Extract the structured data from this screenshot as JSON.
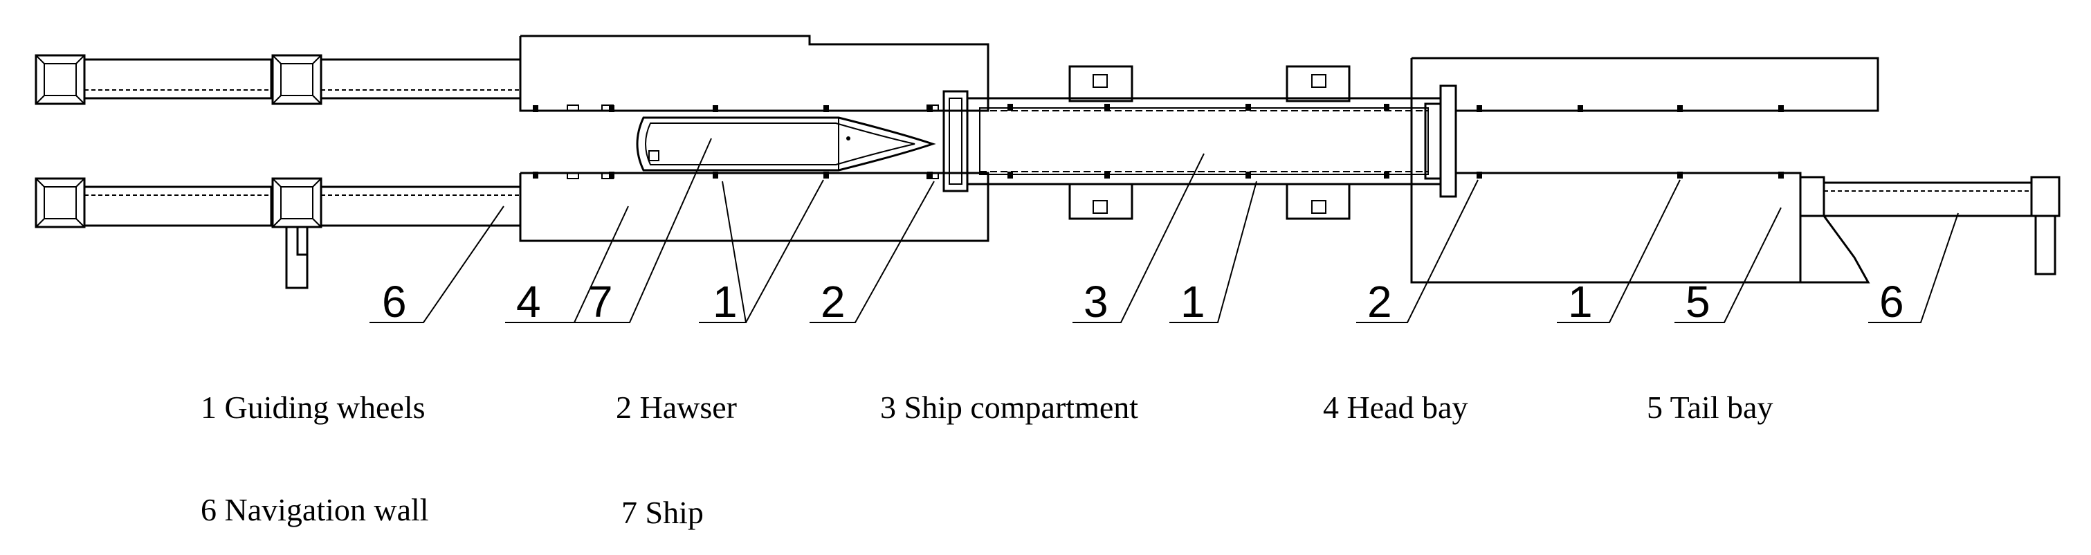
{
  "callouts": [
    {
      "label": "6"
    },
    {
      "label": "4"
    },
    {
      "label": "7"
    },
    {
      "label": "1"
    },
    {
      "label": "2"
    },
    {
      "label": "3"
    },
    {
      "label": "1"
    },
    {
      "label": "2"
    },
    {
      "label": "1"
    },
    {
      "label": "5"
    },
    {
      "label": "6"
    }
  ],
  "legend": [
    {
      "text": "1 Guiding wheels"
    },
    {
      "text": "2 Hawser"
    },
    {
      "text": "3 Ship compartment"
    },
    {
      "text": "4 Head bay"
    },
    {
      "text": "5 Tail bay"
    },
    {
      "text": "6 Navigation wall"
    },
    {
      "text": "7 Ship"
    }
  ]
}
